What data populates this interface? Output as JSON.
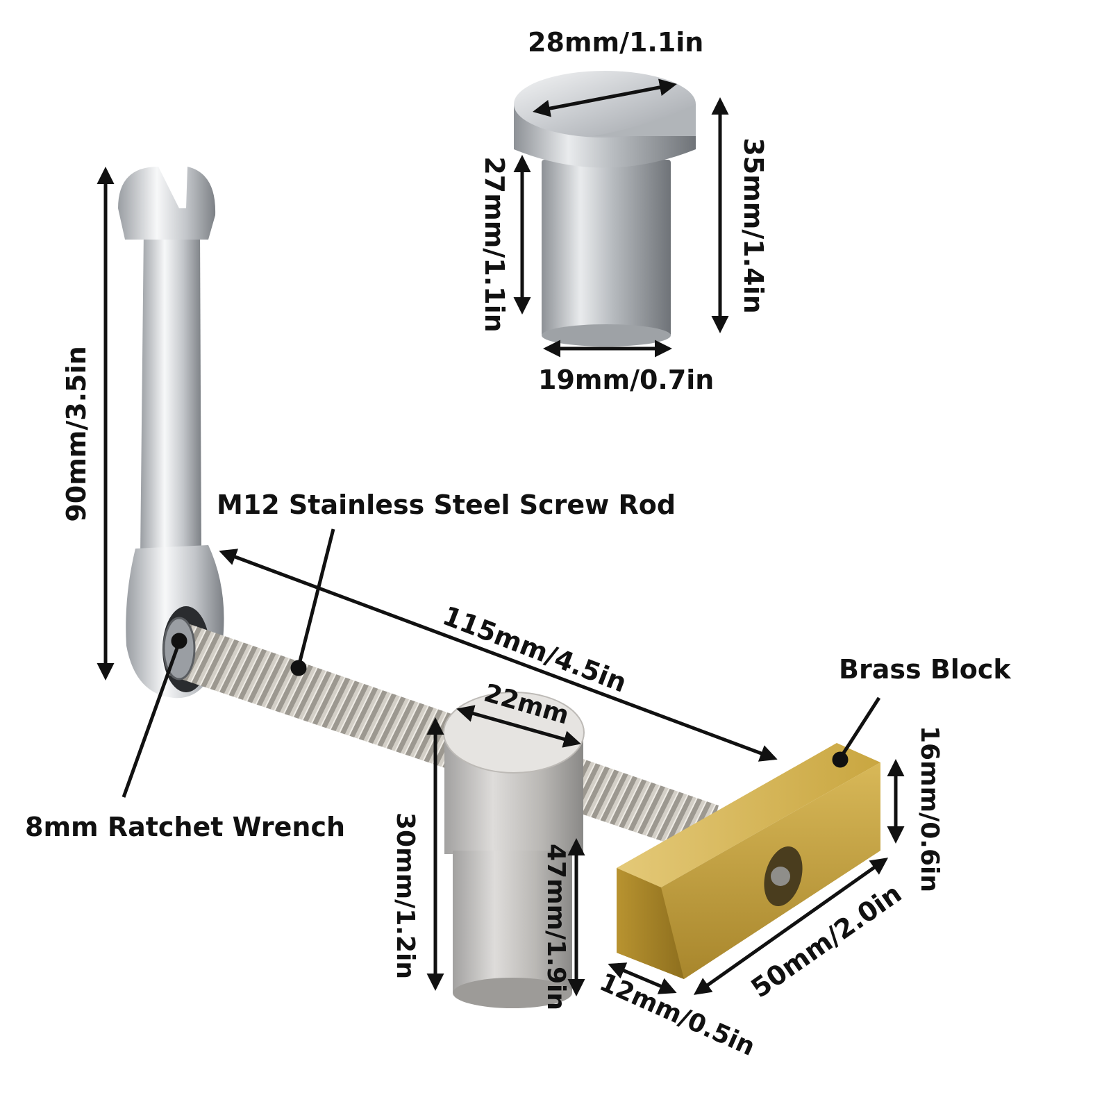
{
  "colors": {
    "background": "#ffffff",
    "arrow": "#111111",
    "steel": "#c8cbcf",
    "brass": "#c9a640"
  },
  "labels": {
    "dog_head_diameter": "28mm/1.1in",
    "dog_shaft_length": "27mm/1.1in",
    "dog_total_height": "35mm/1.4in",
    "dog_shaft_diameter": "19mm/0.7in",
    "wrench_length": "90mm/3.5in",
    "screw_rod": "M12 Stainless Steel Screw Rod",
    "rod_length": "115mm/4.5in",
    "brass_block": "Brass Block",
    "post_diameter": "22mm",
    "block_height": "16mm/0.6in",
    "ratchet_wrench": "8mm Ratchet Wrench",
    "post_lower_length": "30mm/1.2in",
    "post_total_length": "47mm/1.9in",
    "block_length": "50mm/2.0in",
    "block_width": "12mm/0.5in"
  }
}
